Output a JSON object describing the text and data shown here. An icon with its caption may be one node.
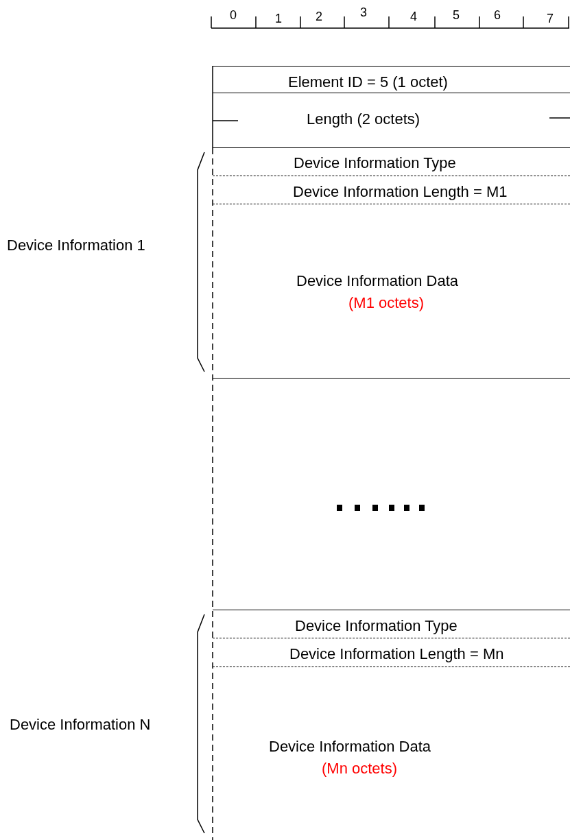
{
  "diagram": {
    "nodes": [
      {
        "text": [
          "Element ID = 5 (1 octet)"
        ]
      },
      {
        "text": [
          "Length (2 octets)"
        ]
      },
      {
        "text": [
          "Device Information Type"
        ]
      },
      {
        "text": [
          "Device Information Length = M1"
        ]
      },
      {
        "text": [
          "Device Information Data",
          "(M1 octets)"
        ]
      },
      {
        "text": [
          "Device Information Type"
        ]
      },
      {
        "text": [
          "Device Information Length = Mn"
        ]
      },
      {
        "text": [
          "Device Information Data",
          "(Mn octets)"
        ]
      }
    ],
    "edges": [],
    "labels": [
      "0",
      "1",
      "2",
      "3",
      "4",
      "5",
      "6",
      "7",
      "Device Information 1",
      "Device Information N"
    ]
  }
}
